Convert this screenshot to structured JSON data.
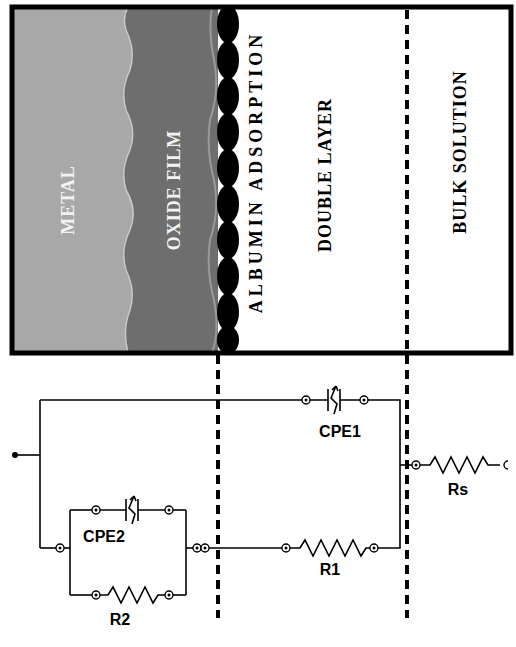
{
  "diagram": {
    "nodes": [
      {
        "text": [
          "METAL"
        ]
      },
      {
        "text": [
          "OXIDE FILM"
        ]
      },
      {
        "text": [
          "ALBUMIN ADSORPTION"
        ]
      },
      {
        "text": [
          "DOUBLE LAYER"
        ]
      },
      {
        "text": [
          "BULK SOLUTION"
        ]
      }
    ],
    "labels": [
      "CPE1",
      "CPE2",
      "R1",
      "R2",
      "Rs"
    ]
  }
}
